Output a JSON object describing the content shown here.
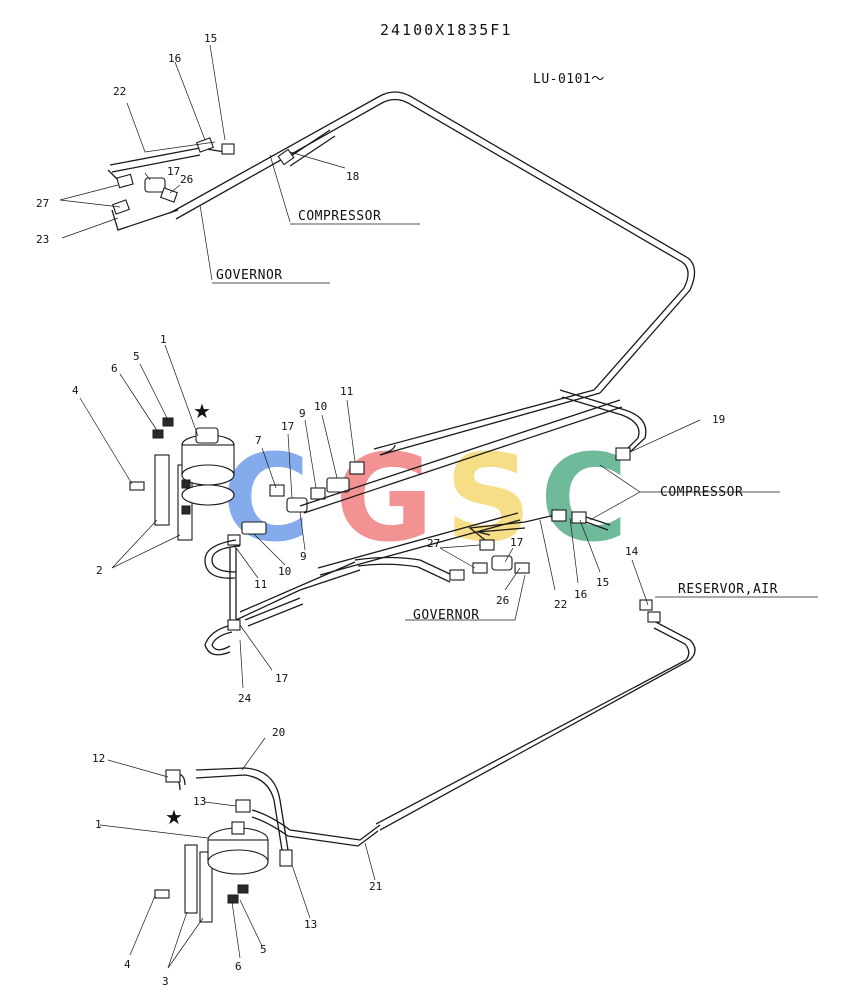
{
  "header": {
    "drawing_number": "24100X1835F1",
    "serial_range": "LU-0101～"
  },
  "labels": {
    "compressor_top": "COMPRESSOR",
    "governor_top": "GOVERNOR",
    "compressor_mid": "COMPRESSOR",
    "governor_mid": "GOVERNOR",
    "reservoir": "RESERVOR,AIR"
  },
  "watermark": {
    "letters": [
      "C",
      "G",
      "S",
      "C"
    ],
    "colors": [
      "#5b8fe6",
      "#ee6e6e",
      "#f4d35e",
      "#3fa37a"
    ]
  },
  "callouts": {
    "n1a": "1",
    "n2": "2",
    "n3": "3",
    "n4a": "4",
    "n4b": "4",
    "n5a": "5",
    "n5b": "5",
    "n6a": "6",
    "n6b": "6",
    "n1b": "1",
    "n7": "7",
    "n9a": "9",
    "n9b": "9",
    "n10a": "10",
    "n10b": "10",
    "n11a": "11",
    "n11b": "11",
    "n12": "12",
    "n13a": "13",
    "n13b": "13",
    "n14": "14",
    "n15a": "15",
    "n15b": "15",
    "n16a": "16",
    "n16b": "16",
    "n17a": "17",
    "n17b": "17",
    "n17c": "17",
    "n17d": "17",
    "n18": "18",
    "n19": "19",
    "n20": "20",
    "n21": "21",
    "n22a": "22",
    "n22b": "22",
    "n23": "23",
    "n24": "24",
    "n26a": "26",
    "n26b": "26",
    "n27a": "27",
    "n27b": "27"
  },
  "symbols": {
    "star": "★"
  }
}
